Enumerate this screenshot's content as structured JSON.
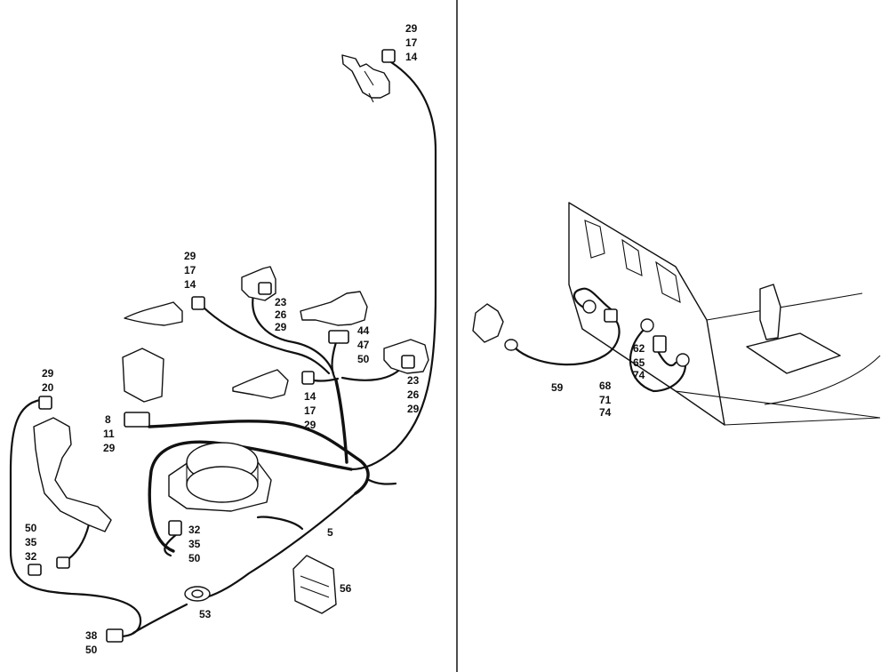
{
  "callouts": {
    "top_connector": [
      "29",
      "17",
      "14"
    ],
    "left_mid_connector": [
      "29",
      "17",
      "14"
    ],
    "upper_mid_switch": [
      "23",
      "26",
      "29"
    ],
    "relay_44": [
      "44",
      "47",
      "50"
    ],
    "right_switch": [
      "23",
      "26",
      "29"
    ],
    "mid_connector": [
      "14",
      "17",
      "29"
    ],
    "left_edge_connector": [
      "29",
      "20"
    ],
    "control_unit": [
      "8",
      "11",
      "29"
    ],
    "lower_left_connector": [
      "50",
      "35",
      "32"
    ],
    "motor_connector": [
      "32",
      "35",
      "50"
    ],
    "harness": [
      "5"
    ],
    "grommet": [
      "53"
    ],
    "block": [
      "56"
    ],
    "bottom_connector": [
      "38",
      "50"
    ],
    "rear_59": [
      "59"
    ],
    "rear_68": [
      "68",
      "71",
      "74"
    ],
    "rear_62": [
      "62",
      "65",
      "74"
    ]
  }
}
